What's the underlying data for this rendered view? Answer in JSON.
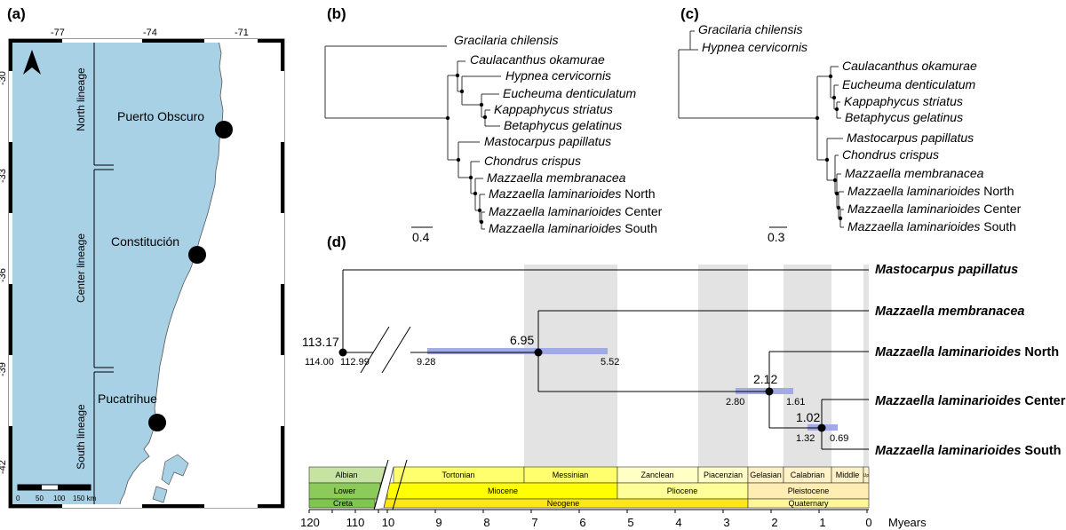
{
  "panel_labels": {
    "a": "(a)",
    "b": "(b)",
    "c": "(c)",
    "d": "(d)"
  },
  "map": {
    "lon_ticks": [
      "-77",
      "-74",
      "-71"
    ],
    "lat_ticks": [
      "-30",
      "-33",
      "-36",
      "-39",
      "-42"
    ],
    "lineages": [
      "North lineage",
      "Center lineage",
      "South lineage"
    ],
    "sites": [
      "Puerto Obscuro",
      "Constitución",
      "Pucatrihue"
    ],
    "scale_labels": [
      "0",
      "50",
      "100",
      "150 km"
    ],
    "colors": {
      "sea": "#a8d1e6",
      "land": "#ffffff"
    }
  },
  "tree_b": {
    "taxa": [
      {
        "genus": "Gracilaria chilensis",
        "suffix": ""
      },
      {
        "genus": "Caulacanthus okamurae",
        "suffix": ""
      },
      {
        "genus": "Hypnea cervicornis",
        "suffix": ""
      },
      {
        "genus": "Eucheuma denticulatum",
        "suffix": ""
      },
      {
        "genus": "Kappaphycus striatus",
        "suffix": ""
      },
      {
        "genus": "Betaphycus gelatinus",
        "suffix": ""
      },
      {
        "genus": "Mastocarpus papillatus",
        "suffix": ""
      },
      {
        "genus": "Chondrus crispus",
        "suffix": ""
      },
      {
        "genus": "Mazzaella membranacea",
        "suffix": ""
      },
      {
        "genus": "Mazzaella laminarioides",
        "suffix": " North"
      },
      {
        "genus": "Mazzaella laminarioides",
        "suffix": " Center"
      },
      {
        "genus": "Mazzaella laminarioides",
        "suffix": " South"
      }
    ],
    "scale": "0.4"
  },
  "tree_c": {
    "taxa": [
      {
        "genus": "Gracilaria chilensis",
        "suffix": ""
      },
      {
        "genus": "Hypnea cervicornis",
        "suffix": ""
      },
      {
        "genus": "Caulacanthus okamurae",
        "suffix": ""
      },
      {
        "genus": "Eucheuma denticulatum",
        "suffix": ""
      },
      {
        "genus": "Kappaphycus striatus",
        "suffix": ""
      },
      {
        "genus": "Betaphycus gelatinus",
        "suffix": ""
      },
      {
        "genus": "Mastocarpus papillatus",
        "suffix": ""
      },
      {
        "genus": "Chondrus crispus",
        "suffix": ""
      },
      {
        "genus": "Mazzaella membranacea",
        "suffix": ""
      },
      {
        "genus": "Mazzaella laminarioides",
        "suffix": " North"
      },
      {
        "genus": "Mazzaella laminarioides",
        "suffix": " Center"
      },
      {
        "genus": "Mazzaella laminarioides",
        "suffix": " South"
      }
    ],
    "scale": "0.3"
  },
  "tree_d": {
    "taxa": [
      {
        "genus": "Mastocarpus papillatus",
        "suffix": ""
      },
      {
        "genus": "Mazzaella membranacea",
        "suffix": ""
      },
      {
        "genus": "Mazzaella laminarioides",
        "suffix": " North"
      },
      {
        "genus": "Mazzaella laminarioides",
        "suffix": " Center"
      },
      {
        "genus": "Mazzaella laminarioides",
        "suffix": " South"
      }
    ],
    "nodes": [
      {
        "age": "113.17",
        "ci_low": "114.00",
        "ci_high": "112.99"
      },
      {
        "age": "6.95",
        "ci_low": "9.28",
        "ci_high": "5.52"
      },
      {
        "age": "2.12",
        "ci_low": "2.80",
        "ci_high": "1.61"
      },
      {
        "age": "1.02",
        "ci_low": "1.32",
        "ci_high": "0.69"
      }
    ],
    "stages": [
      "Albian",
      "Tortonian",
      "Messinian",
      "Zanclean",
      "Piacenzian",
      "Gelasian",
      "Calabrian",
      "Middle",
      "Up"
    ],
    "epochs": [
      "Lower",
      "Miocene",
      "Pliocene",
      "Pleistocene"
    ],
    "periods": [
      "Creta",
      "Neogene",
      "Quaternary"
    ],
    "axis_ticks": [
      "120",
      "110",
      "10",
      "9",
      "8",
      "7",
      "6",
      "5",
      "4",
      "3",
      "2",
      "1",
      "0"
    ],
    "axis_unit": "Myears",
    "colors": {
      "ci_bar": "#9da5e6",
      "shade": "#e3e3e3"
    }
  }
}
